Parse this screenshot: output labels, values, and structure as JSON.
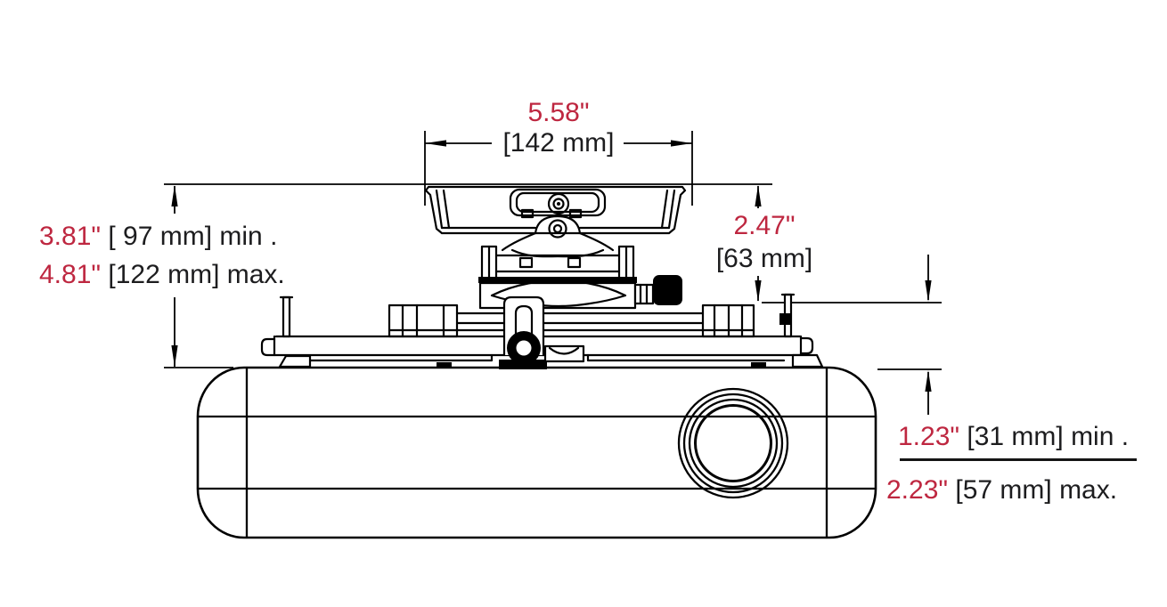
{
  "page": {
    "title": "Projector ceiling mount dimension drawing",
    "background": "#ffffff"
  },
  "colors": {
    "dimension_accent_red": "#be2740",
    "text_ink": "#1d1d1f",
    "line_black": "#000000"
  },
  "dimensions": {
    "mount_width": {
      "inches": "5.58\"",
      "metric": "[142 mm]"
    },
    "mount_height_min": {
      "inches": "3.81\"",
      "metric": " [ 97 mm] min ."
    },
    "mount_height_max": {
      "inches": "4.81\"",
      "metric": " [122 mm] max."
    },
    "plate_drop": {
      "inches": "2.47\"",
      "metric": "[63 mm]"
    },
    "clearance_min": {
      "inches": "1.23\"",
      "metric": " [31 mm] min ."
    },
    "clearance_max": {
      "inches": "2.23\"",
      "metric": " [57 mm] max."
    }
  }
}
